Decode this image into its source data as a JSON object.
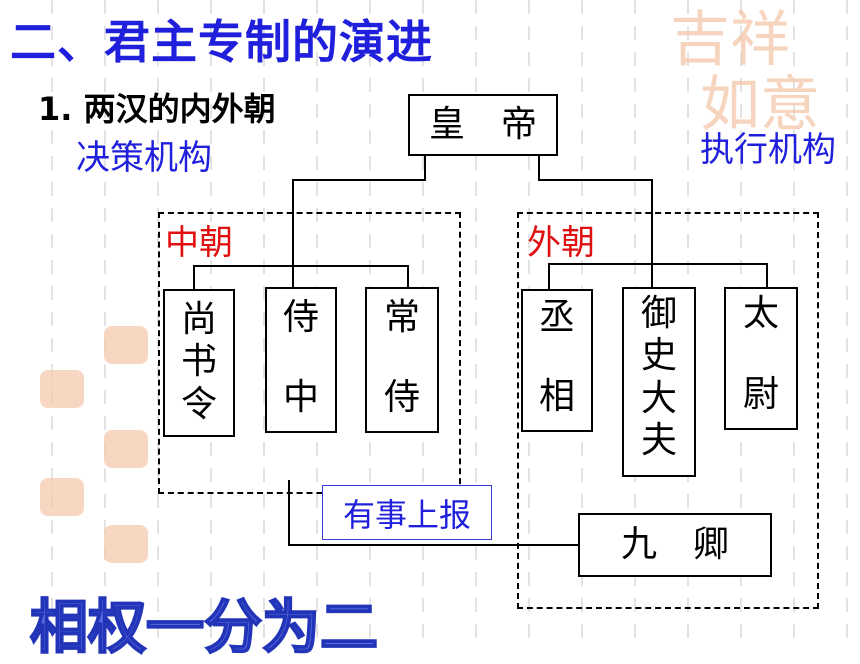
{
  "title": "二、君主专制的演进",
  "subtitle": "1. 两汉的内外朝",
  "labels": {
    "decision": "决策机构",
    "execution": "执行机构",
    "inner_court": "中朝",
    "outer_court": "外朝",
    "report": "有事上报",
    "bottom": "相权一分为二"
  },
  "nodes": {
    "emperor": "皇　帝",
    "inner": [
      {
        "top": "尚",
        "mid": "书",
        "bottom": "令"
      },
      {
        "top": "侍",
        "mid": "",
        "bottom": "中"
      },
      {
        "top": "常",
        "mid": "",
        "bottom": "侍"
      }
    ],
    "outer": [
      {
        "l1": "丞",
        "l2": "",
        "l3": "相",
        "l4": ""
      },
      {
        "l1": "御",
        "l2": "史",
        "l3": "大",
        "l4": "夫"
      },
      {
        "l1": "太",
        "l2": "",
        "l3": "尉",
        "l4": ""
      }
    ],
    "nine_ministers": "九　卿"
  },
  "colors": {
    "title": "#1f1fdc",
    "label_blue": "#1f1fdc",
    "label_red": "#e01010",
    "watermark": "#f3c6a8"
  }
}
